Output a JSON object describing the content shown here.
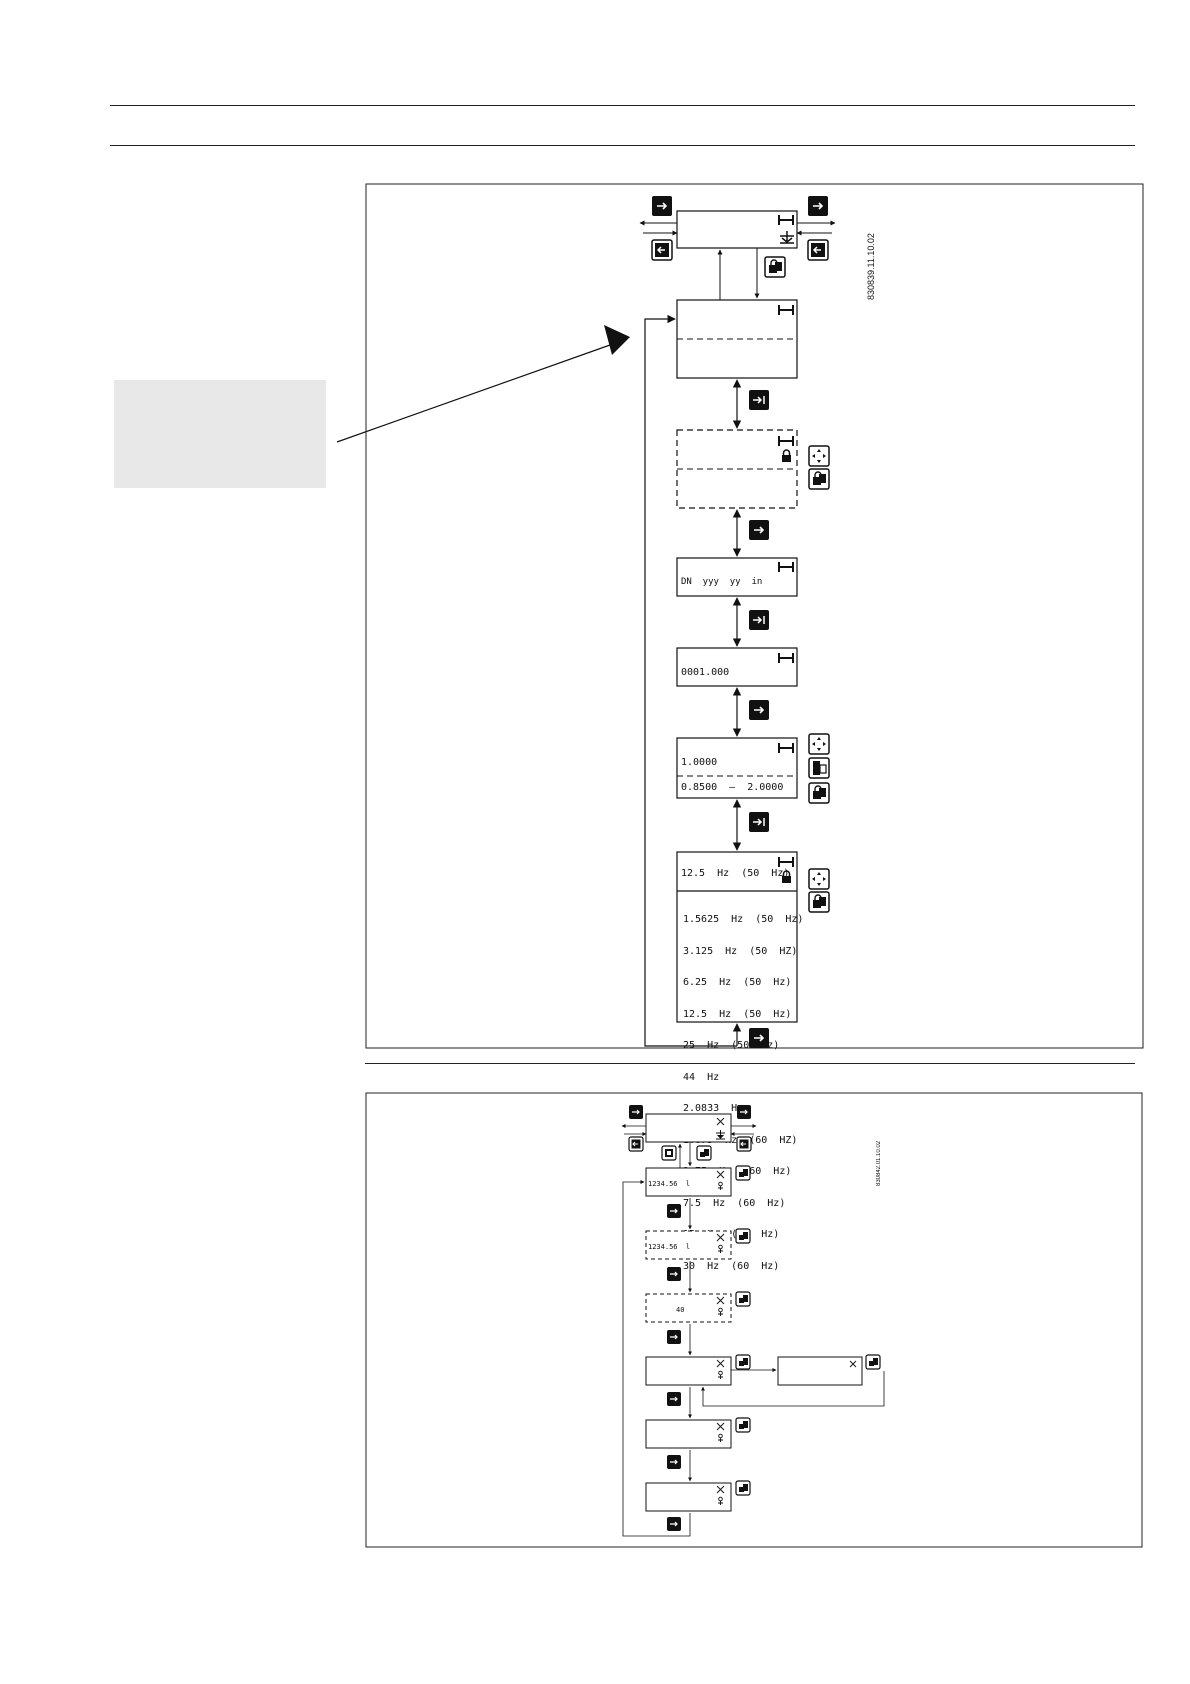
{
  "top_diagram": {
    "ref_code": "830839.11.10.02",
    "size_display": "DN  yyy  yy  in",
    "calibration_value": "0001.000",
    "factor_value": "1.0000",
    "factor_range": "0.8500  –  2.0000",
    "frequency_selected": "12.5  Hz  (50  Hz)",
    "frequency_options": [
      "1.5625  Hz  (50  Hz)",
      "3.125  Hz  (50  HZ)",
      "6.25  Hz  (50  Hz)",
      "12.5  Hz  (50  Hz)",
      "25  Hz  (50  Hz)",
      "44  Hz",
      "2.0833  Hz",
      "1.875  Hz  (60  HZ)",
      "3.75  Hz  (60  Hz)",
      "7.5  Hz  (60  Hz)",
      "15  Hz  (60  Hz)",
      "30  Hz  (60  Hz)"
    ]
  },
  "bottom_diagram": {
    "ref_code": "830842.01.10.02",
    "counter_value_1": "1234.56  l",
    "counter_value_2": "1234.56  l",
    "counter_value_3": "40"
  },
  "icons": {
    "right_arrow": "arrow-right-key-icon",
    "back": "back-key-icon",
    "lock": "lock-key-icon",
    "padlock": "padlock-icon",
    "arrows": "four-arrows-key-icon",
    "page": "page-key-icon",
    "range": "range-bar-icon",
    "cross": "cross-icon",
    "person": "person-icon"
  }
}
